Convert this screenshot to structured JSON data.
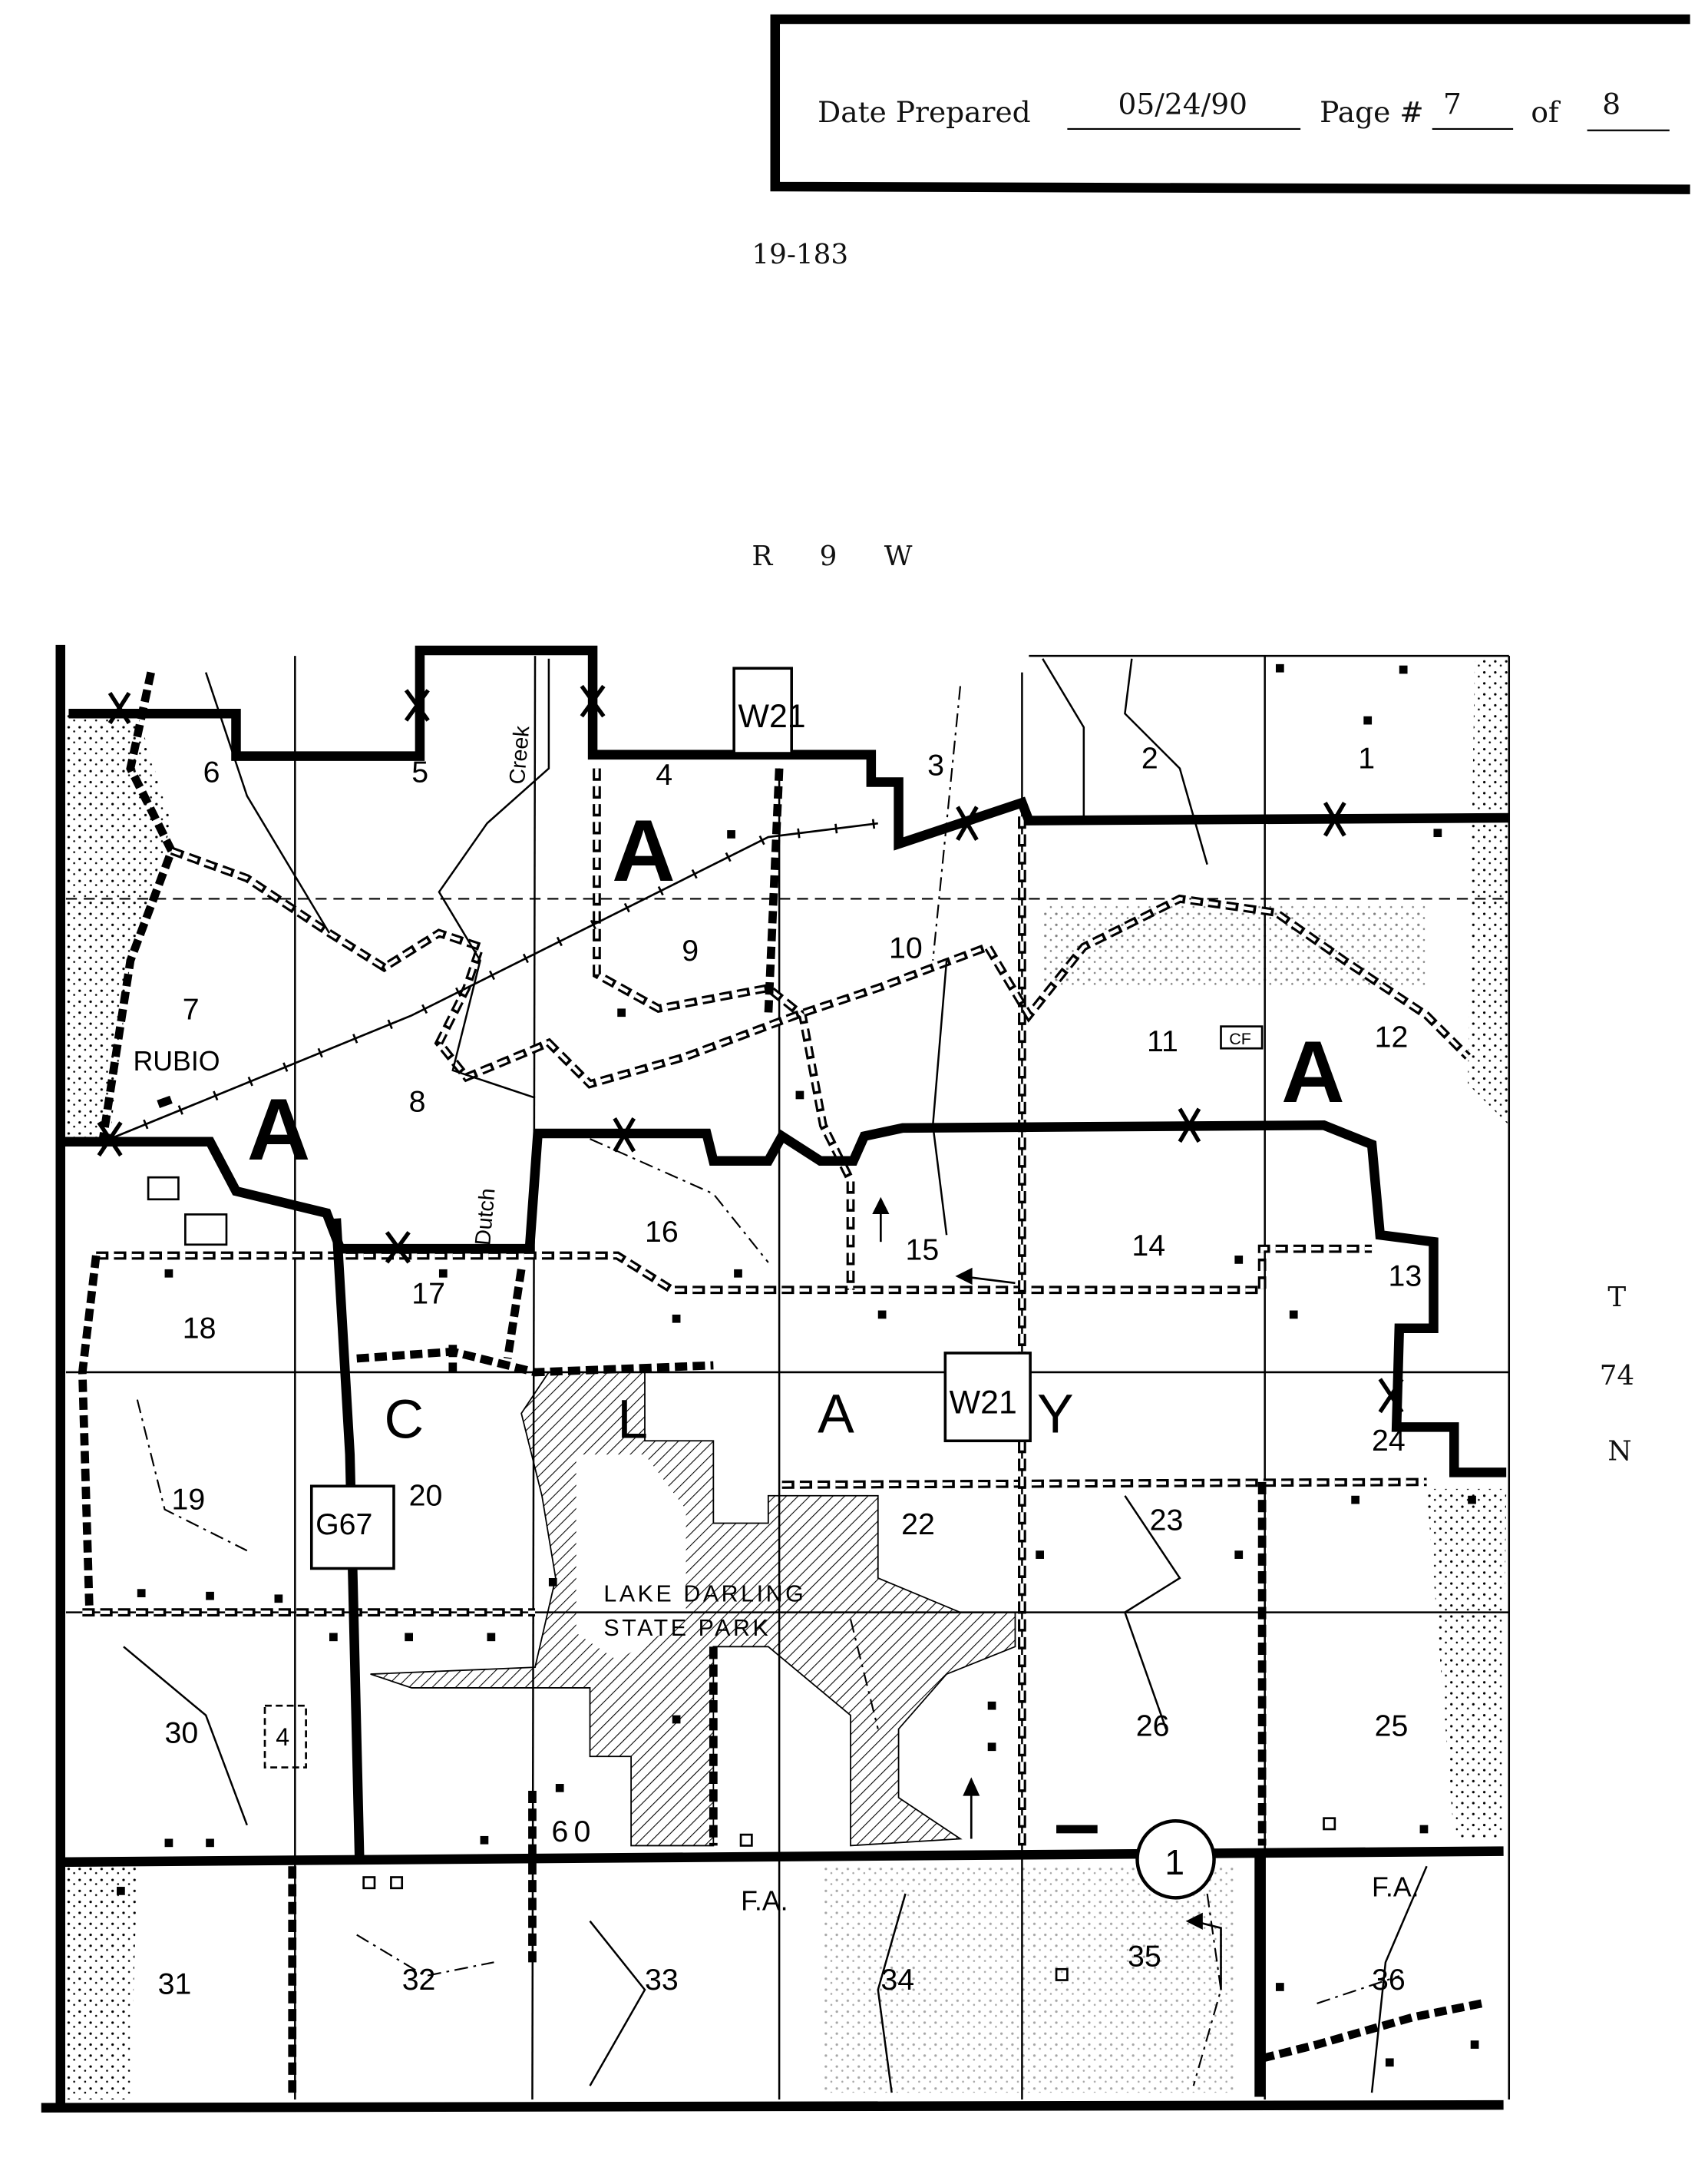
{
  "header": {
    "date_label": "Date Prepared",
    "date_value": "05/24/90",
    "page_label": "Page #",
    "page_value": "7",
    "of_label": "of",
    "of_value": "8"
  },
  "document_id": "19-183",
  "range_label": "R 9 W",
  "township": {
    "t": "T",
    "num": "74",
    "n": "N"
  },
  "map": {
    "sections": [
      "6",
      "5",
      "4",
      "3",
      "2",
      "1",
      "7",
      "8",
      "9",
      "10",
      "11",
      "12",
      "18",
      "17",
      "16",
      "15",
      "14",
      "13",
      "19",
      "20",
      "22",
      "23",
      "24",
      "30",
      "26",
      "25",
      "31",
      "32",
      "33",
      "34",
      "35",
      "36"
    ],
    "zone_letter": "A",
    "county_letters": [
      "C",
      "L",
      "A",
      "Y"
    ],
    "route_w21": "W21",
    "route_g67": "G67",
    "route_1": "1",
    "road_60": "60",
    "fa_label": "F.A.",
    "town": "RUBIO",
    "park_line1": "LAKE DARLING",
    "park_line2": "STATE PARK",
    "creek_label": "Creek",
    "dutch_label": "Dutch",
    "cf_label": "CF",
    "small_4": "4"
  }
}
